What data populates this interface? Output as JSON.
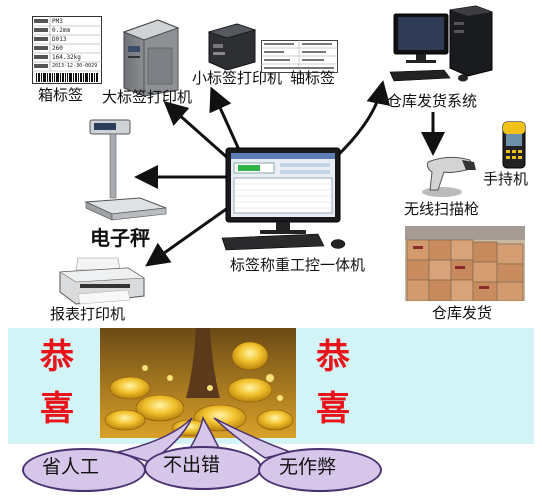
{
  "labels": {
    "box_label": "箱标签",
    "big_label_printer": "大标签打印机",
    "small_label_printer": "小标签打印机",
    "shaft_label": "轴标签",
    "warehouse_system": "仓库发货系统",
    "handheld": "手持机",
    "wireless_scanner": "无线扫描枪",
    "warehouse_shipping": "仓库发货",
    "electronic_scale": "电子秤",
    "report_printer": "报表打印机",
    "center_machine": "标签称重工控一体机"
  },
  "box_tag": {
    "rows": [
      {
        "k": "PM3"
      },
      {
        "k": "0.2mm"
      },
      {
        "k": "D013"
      },
      {
        "k": "260"
      },
      {
        "k": "164.32kg"
      },
      {
        "k": "2013-12-30-0029"
      }
    ]
  },
  "banner": {
    "left_chars": [
      "恭",
      "喜"
    ],
    "right_chars": [
      "恭",
      "喜"
    ],
    "bubbles": [
      "省人工",
      "不出错",
      "无作弊"
    ]
  },
  "colors": {
    "red_text": "#e8141a",
    "banner_bg": "#d3f4f6",
    "bubble_fill": "#d6c7ea",
    "bubble_stroke": "#4a3270",
    "arrow": "#111111"
  }
}
